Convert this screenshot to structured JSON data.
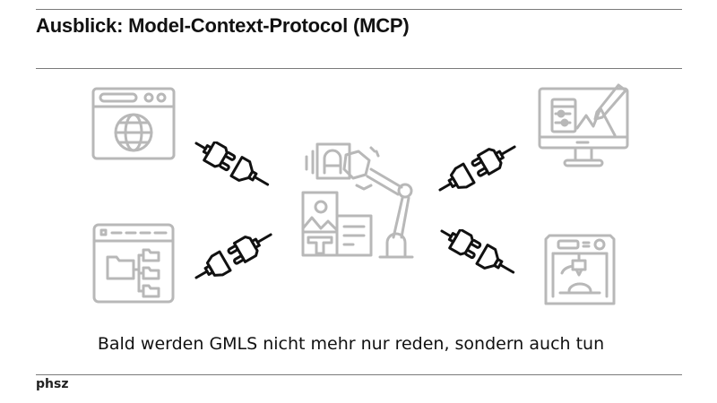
{
  "slide": {
    "title": "Ausblick: Model-Context-Protocol (MCP)",
    "caption": "Bald werden GMLS nicht mehr nur reden, sondern auch tun",
    "footer": "phsz"
  },
  "diagram": {
    "center_icon": "robot-arm-icon",
    "tools": [
      {
        "position": "top-left",
        "icon": "web-browser-globe-icon"
      },
      {
        "position": "bottom-left",
        "icon": "file-tree-window-icon"
      },
      {
        "position": "top-right",
        "icon": "monitor-design-pencil-icon"
      },
      {
        "position": "bottom-right",
        "icon": "3d-printer-icon"
      }
    ],
    "connectors": "plug-socket-icon",
    "colors": {
      "icon_gray": "#b8b8b8",
      "plug_black": "#111111",
      "rule": "#7a7a7a"
    }
  }
}
